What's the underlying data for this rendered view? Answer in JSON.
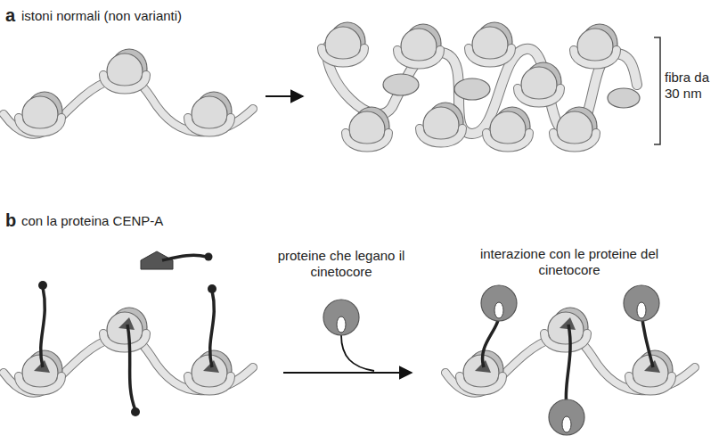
{
  "diagram": {
    "labels": [
      "a",
      "istoni normali (non varianti)",
      "fibra da 30 nm",
      "b",
      "con la proteina CENP-A",
      "proteine che legano il cinetocore",
      "interazione con le proteine del cinetocore"
    ]
  }
}
